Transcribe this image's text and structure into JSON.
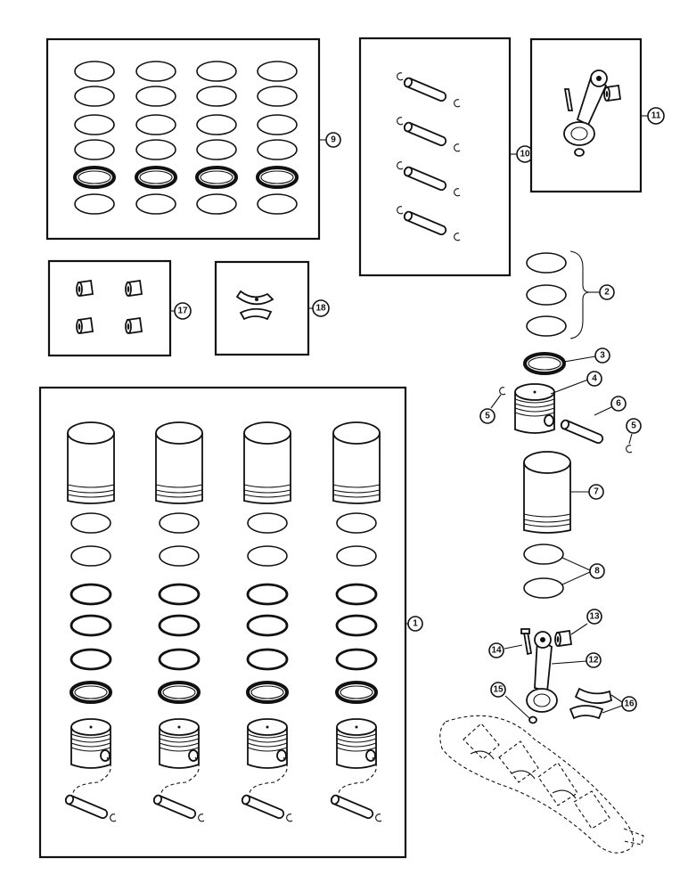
{
  "callouts": {
    "c1": "1",
    "c2": "2",
    "c3": "3",
    "c4": "4",
    "c5a": "5",
    "c5b": "5",
    "c6": "6",
    "c7": "7",
    "c8": "8",
    "c9": "9",
    "c10": "10",
    "c11": "11",
    "c12": "12",
    "c13": "13",
    "c14": "14",
    "c15": "15",
    "c16": "16",
    "c17": "17",
    "c18": "18"
  },
  "colors": {
    "ink": "#111111",
    "paper": "#ffffff"
  },
  "icons": [
    "piston-ring-icon",
    "piston-pin-icon",
    "connecting-rod-icon",
    "cylinder-sleeve-icon",
    "piston-icon",
    "bushing-icon",
    "bearing-shell-icon",
    "crankshaft-icon",
    "snap-ring-icon"
  ]
}
